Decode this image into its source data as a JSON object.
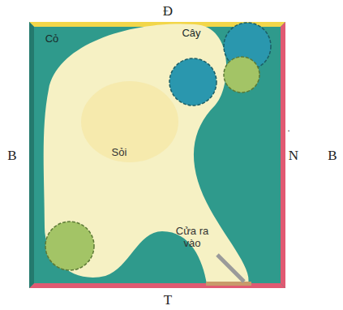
{
  "diagram": {
    "labels": [
      "Đ",
      "B",
      "N",
      "B",
      "T",
      "Cỏ",
      "Cây",
      "Sỏi",
      "Cửa ra vào",
      "."
    ]
  }
}
